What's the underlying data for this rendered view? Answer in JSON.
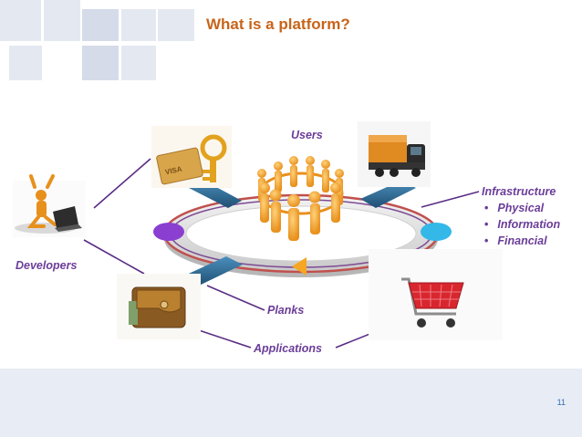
{
  "slide": {
    "title": "What is a platform?",
    "page_number": "11"
  },
  "diagram": {
    "users_label": "Users",
    "developers_label": "Developers",
    "planks_label": "Planks",
    "applications_label": "Applications",
    "infrastructure": {
      "heading": "Infrastructure",
      "items": [
        "Physical",
        "Information",
        "Financial"
      ]
    },
    "icons": [
      "people-circle-icon",
      "visa-card-key-icon",
      "truck-icon",
      "developer-laptop-icon",
      "wallet-icon",
      "shopping-cart-icon"
    ]
  },
  "colors": {
    "title": "#c8641a",
    "labels": "#6b3d99",
    "ring_outer": "#c0504d",
    "plank": "#2e6e96",
    "left_node": "#8a3fd1",
    "right_node": "#33b8e8",
    "arrow": "#f5a623"
  }
}
